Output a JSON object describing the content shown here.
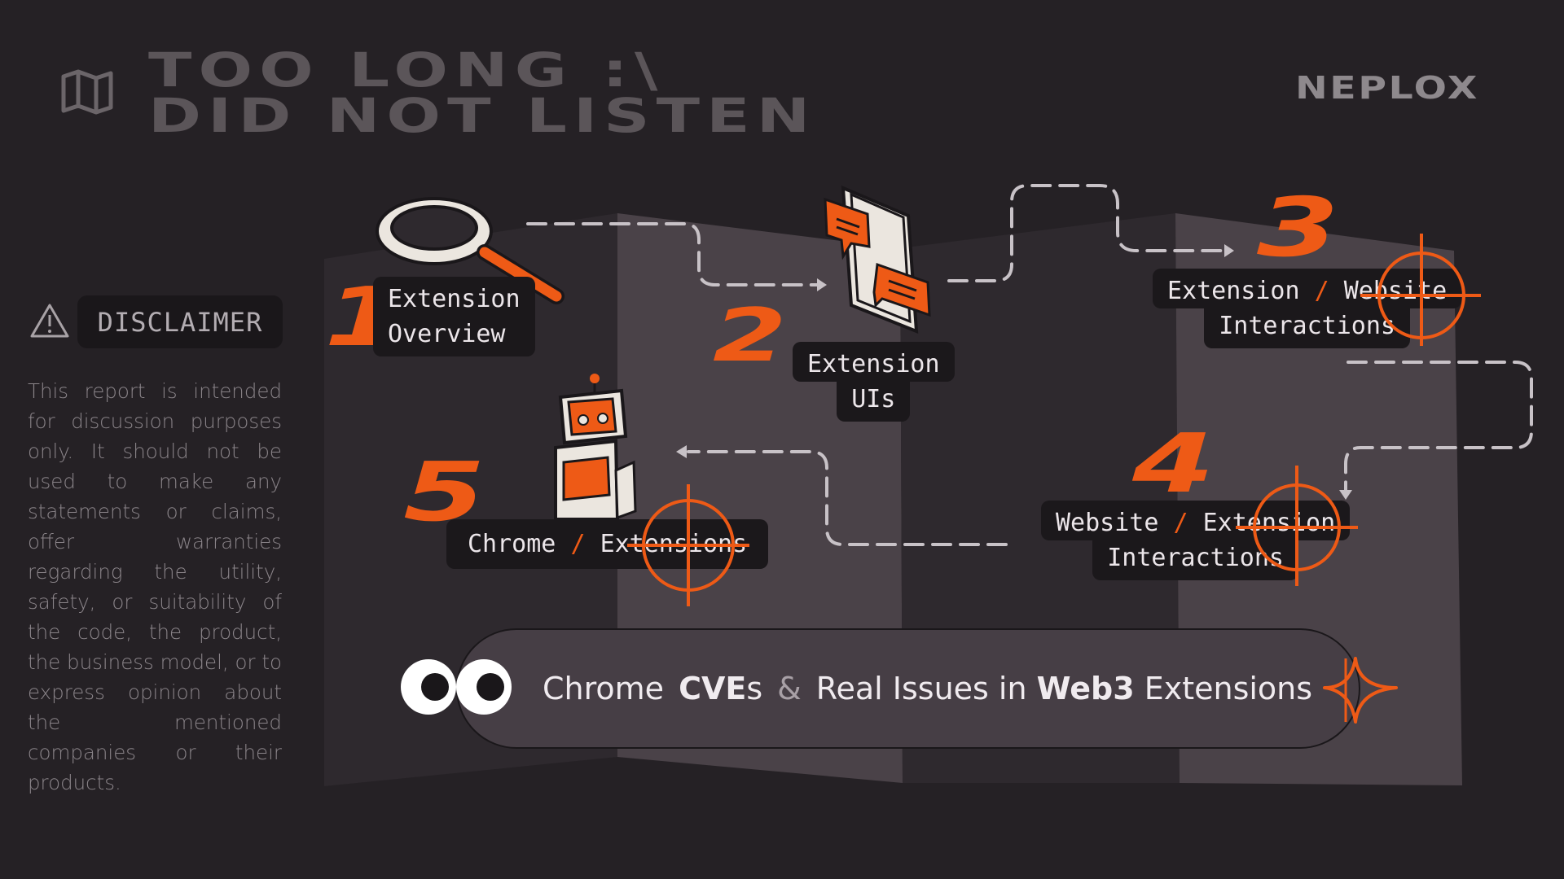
{
  "header": {
    "title_line1": "TOO LONG  :\\",
    "title_line2": "DID NOT LISTEN",
    "brand": "NEPLOX"
  },
  "disclaimer": {
    "label": "DISCLAIMER",
    "text": "This report is intended for discussion purposes only. It should not be used to make any statements or claims, offer warranties regarding the utility, safety, or suitability of the code, the product, the business model, or to express opinion about the mentioned companies or their products."
  },
  "steps": [
    {
      "number": "1",
      "line1": "Extension",
      "line2": "Overview"
    },
    {
      "number": "2",
      "line1": "Extension",
      "line2": "UIs"
    },
    {
      "number": "3",
      "line1a": "Extension",
      "line1b": "Website",
      "line2": "Interactions"
    },
    {
      "number": "4",
      "line1a": "Website",
      "line1b": "Extension",
      "line2": "Interactions"
    },
    {
      "number": "5",
      "line1a": "Chrome",
      "line1b": "Extensions"
    }
  ],
  "separator": "/",
  "banner": {
    "part1": "Chrome",
    "part2": "CVE",
    "part3": "s",
    "amp": "&",
    "part4": "Real Issues in ",
    "part5": "Web3",
    "part6": " Extensions"
  },
  "colors": {
    "background": "#252125",
    "accent": "#ee5a16",
    "map_panel": "#4a4248",
    "chip": "#1b181b"
  },
  "icons": [
    "map-icon",
    "warning-icon",
    "magnifier-icon",
    "chat-phone-icon",
    "robot-icon",
    "eyes-icon",
    "sparkle-icon",
    "crosshair-icon"
  ]
}
